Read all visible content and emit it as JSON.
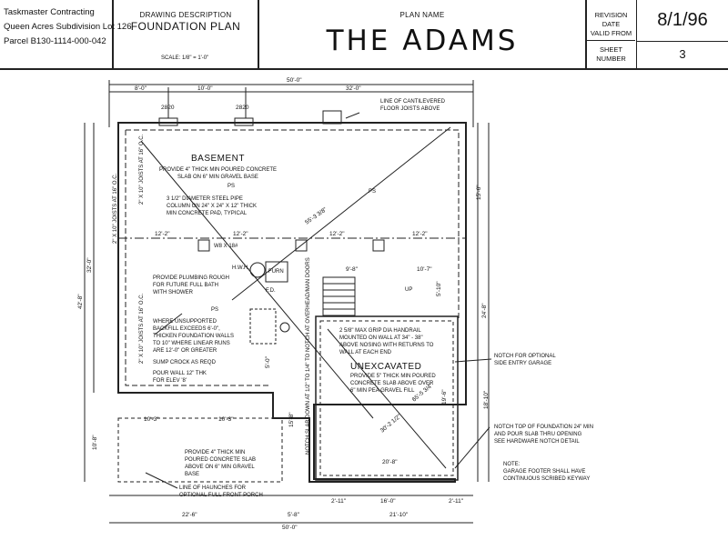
{
  "title_block": {
    "company_line1": "Taskmaster Contracting",
    "company_line2": "Queen Acres Subdivision Lot 126",
    "company_line3": "Parcel B130-1114-000-042",
    "description_label": "DRAWING DESCRIPTION",
    "description_value": "FOUNDATION PLAN",
    "scale": "SCALE: 1/8\" = 1'-0\"",
    "plan_name_label": "PLAN NAME",
    "plan_name": "THE ADAMS",
    "revision_label_1": "REVISION",
    "revision_label_2": "DATE",
    "revision_label_3": "VALID FROM",
    "revision_date": "8/1/96",
    "sheet_label_1": "SHEET",
    "sheet_label_2": "NUMBER",
    "sheet_number": "3"
  },
  "drawing": {
    "dim_overall_top": "50'-0\"",
    "dim_top_1": "8'-0\"",
    "dim_top_2": "10'-0\"",
    "dim_top_3": "32'-0\"",
    "window_1": "2820",
    "window_2": "2820",
    "cantilever_note_1": "LINE OF CANTILEVERED",
    "cantilever_note_2": "FLOOR JOISTS ABOVE",
    "basement_title": "BASEMENT",
    "basement_note_1": "PROVIDE 4\" THICK MIN POURED CONCRETE",
    "basement_note_2": "SLAB ON 6\" MIN GRAVEL BASE",
    "ps_1": "PS",
    "ps_2": "PS",
    "ps_3": "PS",
    "pipe_note_1": "3 1/2\" DIAMETER STEEL PIPE",
    "pipe_note_2": "COLUMN ON 24\" X 24\" X 12\" THICK",
    "pipe_note_3": "MIN CONCRETE PAD, TYPICAL",
    "diag_dim": "55'-3 3/8\"",
    "joists_left_1": "2\" X 10\" JOISTS AT 16\" O.C.",
    "joists_left_2": "2\" X 10\" JOISTS AT 16\" O.C.",
    "joists_left_3": "2\" X 10\" JOISTS AT 16\" O.C.",
    "dim_left_32": "32'-0\"",
    "dim_left_42": "42'-8\"",
    "dim_left_10": "10'-8\"",
    "beam_dim_1": "12'-2\"",
    "beam_dim_2": "12'-2\"",
    "beam_dim_3": "12'-2\"",
    "beam_dim_4": "12'-2\"",
    "beam_label": "W8 X 18#",
    "hwh": "H.W.H.",
    "furn": "FURN",
    "fd": "F.D.",
    "up": "UP",
    "dim_9_8": "9'-8\"",
    "dim_10_7": "10'-7\"",
    "plumbing_note_1": "PROVIDE PLUMBING ROUGH",
    "plumbing_note_2": "FOR FUTURE FULL BATH",
    "plumbing_note_3": "WITH SHOWER",
    "backfill_note_1": "WHERE UNSUPPORTED",
    "backfill_note_2": "BACKFILL EXCEEDS 6'-0\",",
    "backfill_note_3": "THICKEN FOUNDATION WALLS",
    "backfill_note_4": "TO 10\" WHERE LINEAR RUNS",
    "backfill_note_5": "ARE 12'-0\" OR GREATER",
    "sump_note": "SUMP CROCK AS REQD",
    "wall_note_1": "POUR WALL 12\" THK",
    "wall_note_2": "FOR ELEV '8'",
    "handrail_note_1": "2 5/8\" MAX GRIP DIA HANDRAIL",
    "handrail_note_2": "MOUNTED ON WALL AT 34\" - 38\"",
    "handrail_note_3": "ABOVE NOSING WITH RETURNS TO",
    "handrail_note_4": "WALL AT EACH END",
    "unexcavated_title": "UNEXCAVATED",
    "unexcavated_note_1": "PROVIDE 5\" THICK MIN POURED",
    "unexcavated_note_2": "CONCRETE SLAB ABOVE OVER",
    "unexcavated_note_3": "6\" MIN PEA GRAVEL FILL",
    "garage_notch_1": "NOTCH FOR OPTIONAL",
    "garage_notch_2": "SIDE ENTRY GARAGE",
    "notch_top_1": "NOTCH TOP OF FOUNDATION 24\" MIN",
    "notch_top_2": "AND POUR SLAB THRU OPENING",
    "notch_top_3": "SEE HARDWARE NOTCH DETAIL",
    "garage_note_1": "NOTE:",
    "garage_note_2": "GARAGE FOOTER SHALL HAVE",
    "garage_note_3": "CONTINUOUS SCRIBED KEYWAY",
    "porch_slab_note_1": "PROVIDE 4\" THICK MIN",
    "porch_slab_note_2": "POURED CONCRETE SLAB",
    "porch_slab_note_3": "ABOVE ON 6\" MIN GRAVEL",
    "porch_slab_note_4": "BASE",
    "haunch_note_1": "LINE OF HAUNCHES FOR",
    "haunch_note_2": "OPTIONAL FULL FRONT PORCH",
    "overhead_door_note": "NOTCH SLAB DOWN AT 1/2\" TO 1/4\" TO NOTCH AT OVERHEAD/MAN DOORS",
    "dim_10_3a": "10'-3\"",
    "dim_10_3b": "10'-3\"",
    "dim_5_0": "5'-0\"",
    "dim_15_8": "15'-8\"",
    "dim_20_8": "20'-8\"",
    "dim_22_6": "22'-6\"",
    "dim_5_8": "5'-8\"",
    "dim_2_11a": "2'-11\"",
    "dim_16_0": "16'-0\"",
    "dim_2_11b": "2'-11\"",
    "dim_50_0_bottom": "50'-0\"",
    "dim_21_10": "21'-10\"",
    "dim_right_15_6": "15'-6\"",
    "dim_right_5_10": "5'-10\"",
    "dim_right_24_8": "24'-8\"",
    "dim_right_18_10": "18'-10\"",
    "dim_right_19_6": "19'-6\"",
    "diag_dim_2": "30'-2 1/2\"",
    "diag_dim_3": "65'-5 3/4\""
  }
}
